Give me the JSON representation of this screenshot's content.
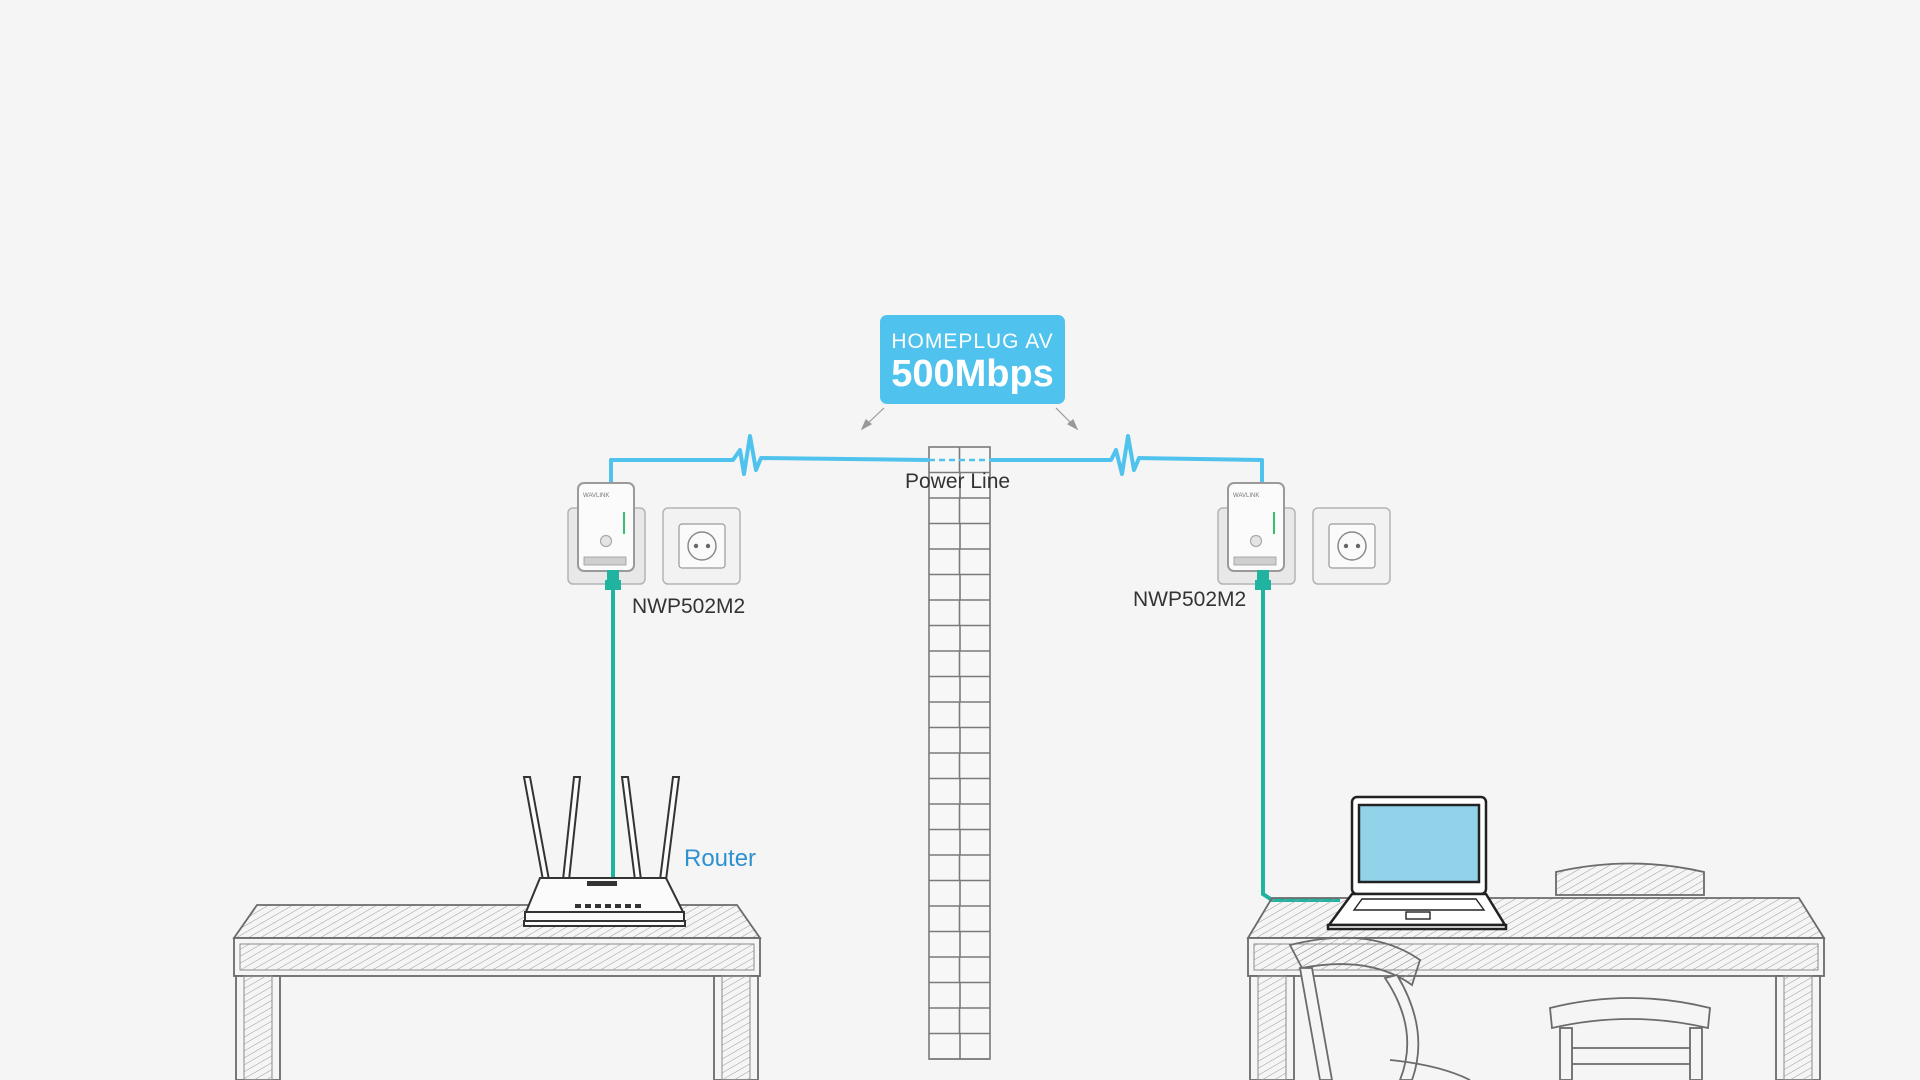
{
  "badge": {
    "line1": "HOMEPLUG AV",
    "line2": "500Mbps"
  },
  "labels": {
    "power_line": "Power Line",
    "adapter_left": "NWP502M2",
    "adapter_right": "NWP502M2",
    "router": "Router",
    "brand": "WAVLINK"
  },
  "colors": {
    "badge": "#4fc3ee",
    "power_line": "#4fc3ee",
    "ethernet": "#1fb3a0",
    "router_label": "#2e91d0",
    "laptop_screen": "#93d3ea",
    "sketch": "#6b6b6b"
  }
}
